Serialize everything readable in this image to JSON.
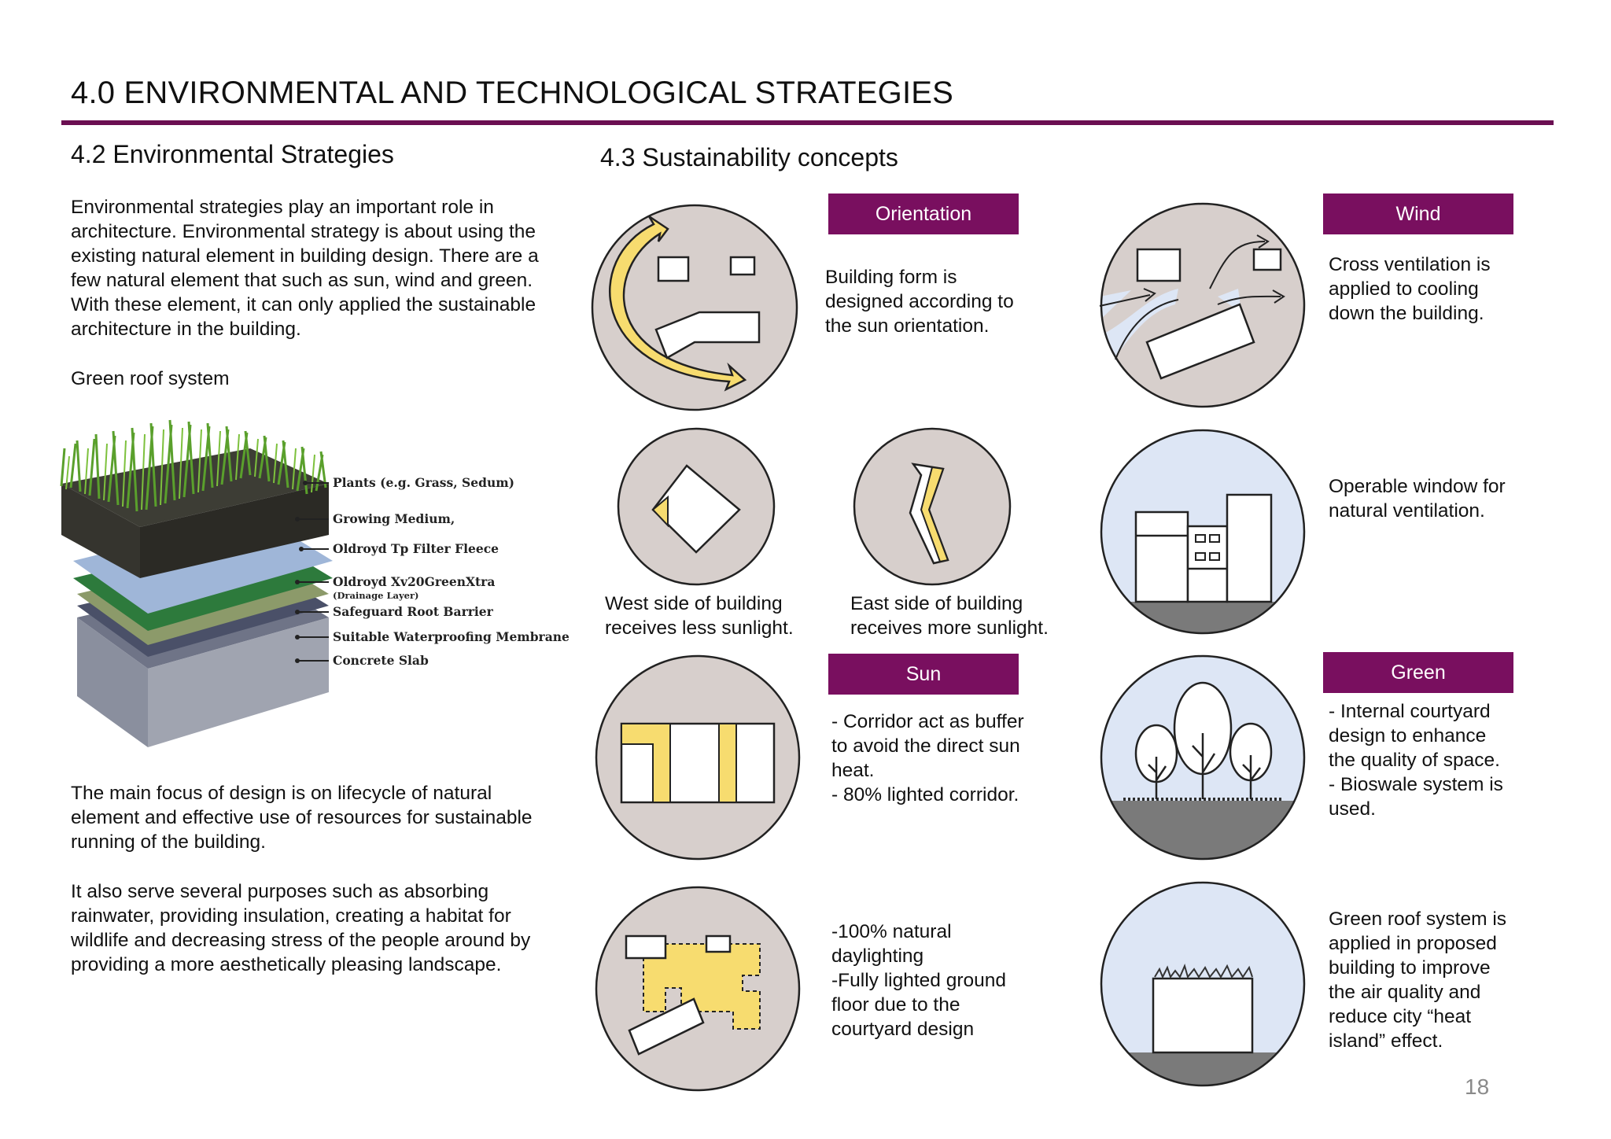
{
  "header": {
    "title": "4.0 ENVIRONMENTAL AND TECHNOLOGICAL STRATEGIES"
  },
  "env": {
    "heading": "4.2 Environmental Strategies",
    "intro": "Environmental strategies play an important role in\narchitecture. Environmental strategy is about using the\nexisting natural element in building design. There are a\nfew natural element that such as sun, wind and green.\nWith these element, it can only applied the sustainable\narchitecture in the building.",
    "green_roof_heading": "Green roof system",
    "layers": [
      "Plants (e.g. Grass, Sedum)",
      "Growing Medium,",
      "Oldroyd Tp Filter Fleece",
      "Oldroyd Xv20GreenXtra",
      "(Drainage Layer)",
      "Safeguard Root Barrier",
      "Suitable Waterproofing Membrane",
      "Concrete Slab"
    ],
    "focus": "The main focus of design is on lifecycle of natural\nelement and effective use of resources for sustainable\nrunning of the building.",
    "purposes": "It also serve several purposes such as absorbing\nrainwater, providing insulation, creating a habitat for\nwildlife and decreasing stress of the people around by\nproviding a more aesthetically pleasing landscape."
  },
  "sus": {
    "heading": "4.3 Sustainability concepts",
    "orientation": {
      "tag": "Orientation",
      "text": "Building form is\ndesigned according to\nthe sun orientation.",
      "west": "West side of building\nreceives less sunlight.",
      "east": "East side of building\nreceives more sunlight."
    },
    "wind": {
      "tag": "Wind",
      "text": "Cross ventilation is\napplied to cooling\ndown the building.",
      "window": "Operable window for\nnatural ventilation."
    },
    "sun": {
      "tag": "Sun",
      "text": "- Corridor act as buffer\nto avoid the direct sun\nheat.\n- 80% lighted corridor.",
      "daylight": "-100% natural\ndaylighting\n-Fully lighted ground\nfloor due to the\ncourtyard design"
    },
    "green": {
      "tag": "Green",
      "text": "- Internal courtyard\ndesign to enhance\nthe quality of space.\n- Bioswale system is\nused.",
      "roof": "Green roof system is\napplied in proposed\nbuilding to improve\nthe air quality and\nreduce city “heat\nisland” effect."
    }
  },
  "colors": {
    "accent": "#790f5f",
    "circle": "#d7cfcc",
    "sky": "#dde6f5",
    "yellow": "#f7dc6f",
    "ground": "#7a7a7a"
  },
  "page_number": "18"
}
